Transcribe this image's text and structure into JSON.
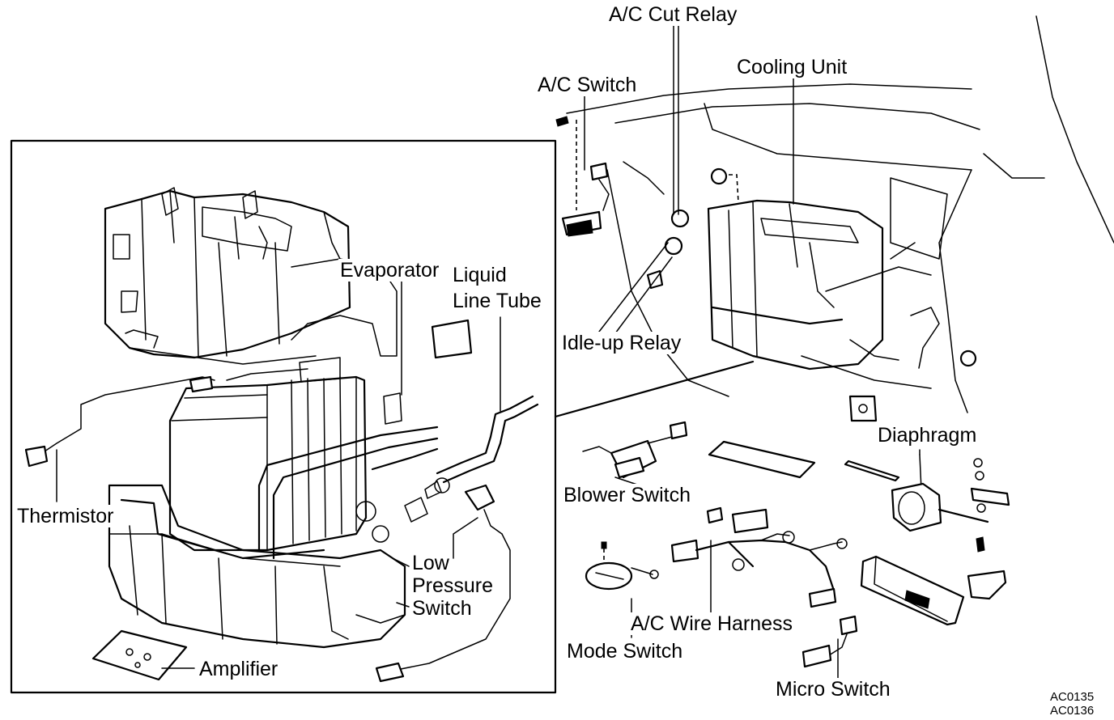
{
  "labels": {
    "ac_cut_relay": "A/C Cut Relay",
    "ac_switch": "A/C Switch",
    "cooling_unit": "Cooling Unit",
    "idle_up_relay": "Idle-up Relay",
    "evaporator": "Evaporator",
    "liquid_line_tube_1": "Liquid",
    "liquid_line_tube_2": "Line Tube",
    "thermistor": "Thermistor",
    "low_pressure_switch_1": "Low",
    "low_pressure_switch_2": "Pressure",
    "low_pressure_switch_3": "Switch",
    "amplifier": "Amplifier",
    "diaphragm": "Diaphragm",
    "blower_switch": "Blower Switch",
    "ac_wire_harness": "A/C Wire Harness",
    "mode_switch": "Mode Switch",
    "micro_switch": "Micro Switch"
  },
  "figure_codes": [
    "AC0135",
    "AC0136"
  ]
}
